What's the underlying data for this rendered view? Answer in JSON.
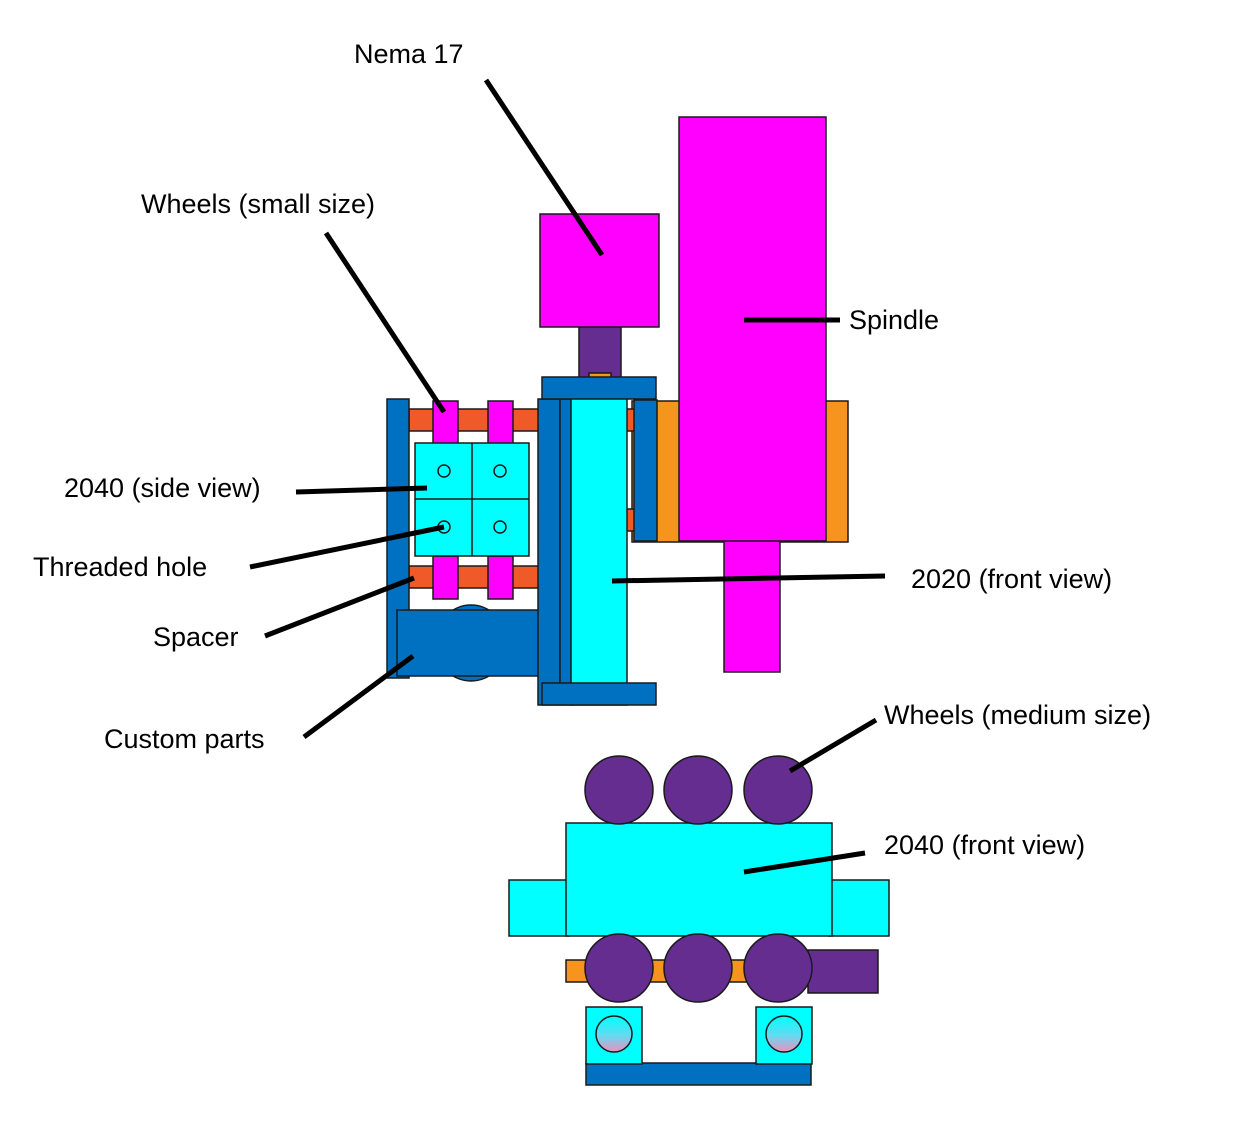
{
  "labels": {
    "nema17": "Nema 17",
    "wheels_small": "Wheels (small size)",
    "spindle": "Spindle",
    "side_2040": "2040 (side view)",
    "threaded_hole": "Threaded hole",
    "front_2020": "2020 (front view)",
    "spacer": "Spacer",
    "custom_parts": "Custom parts",
    "wheels_medium": "Wheels (medium size)",
    "front_2040": "2040 (front view)"
  },
  "colors": {
    "magenta": "#ff00ff",
    "cyan": "#00ffff",
    "blue": "#0070c0",
    "orange": "#f7941d",
    "red_orange": "#f05a28",
    "purple": "#662d91",
    "leader": "#000000"
  }
}
